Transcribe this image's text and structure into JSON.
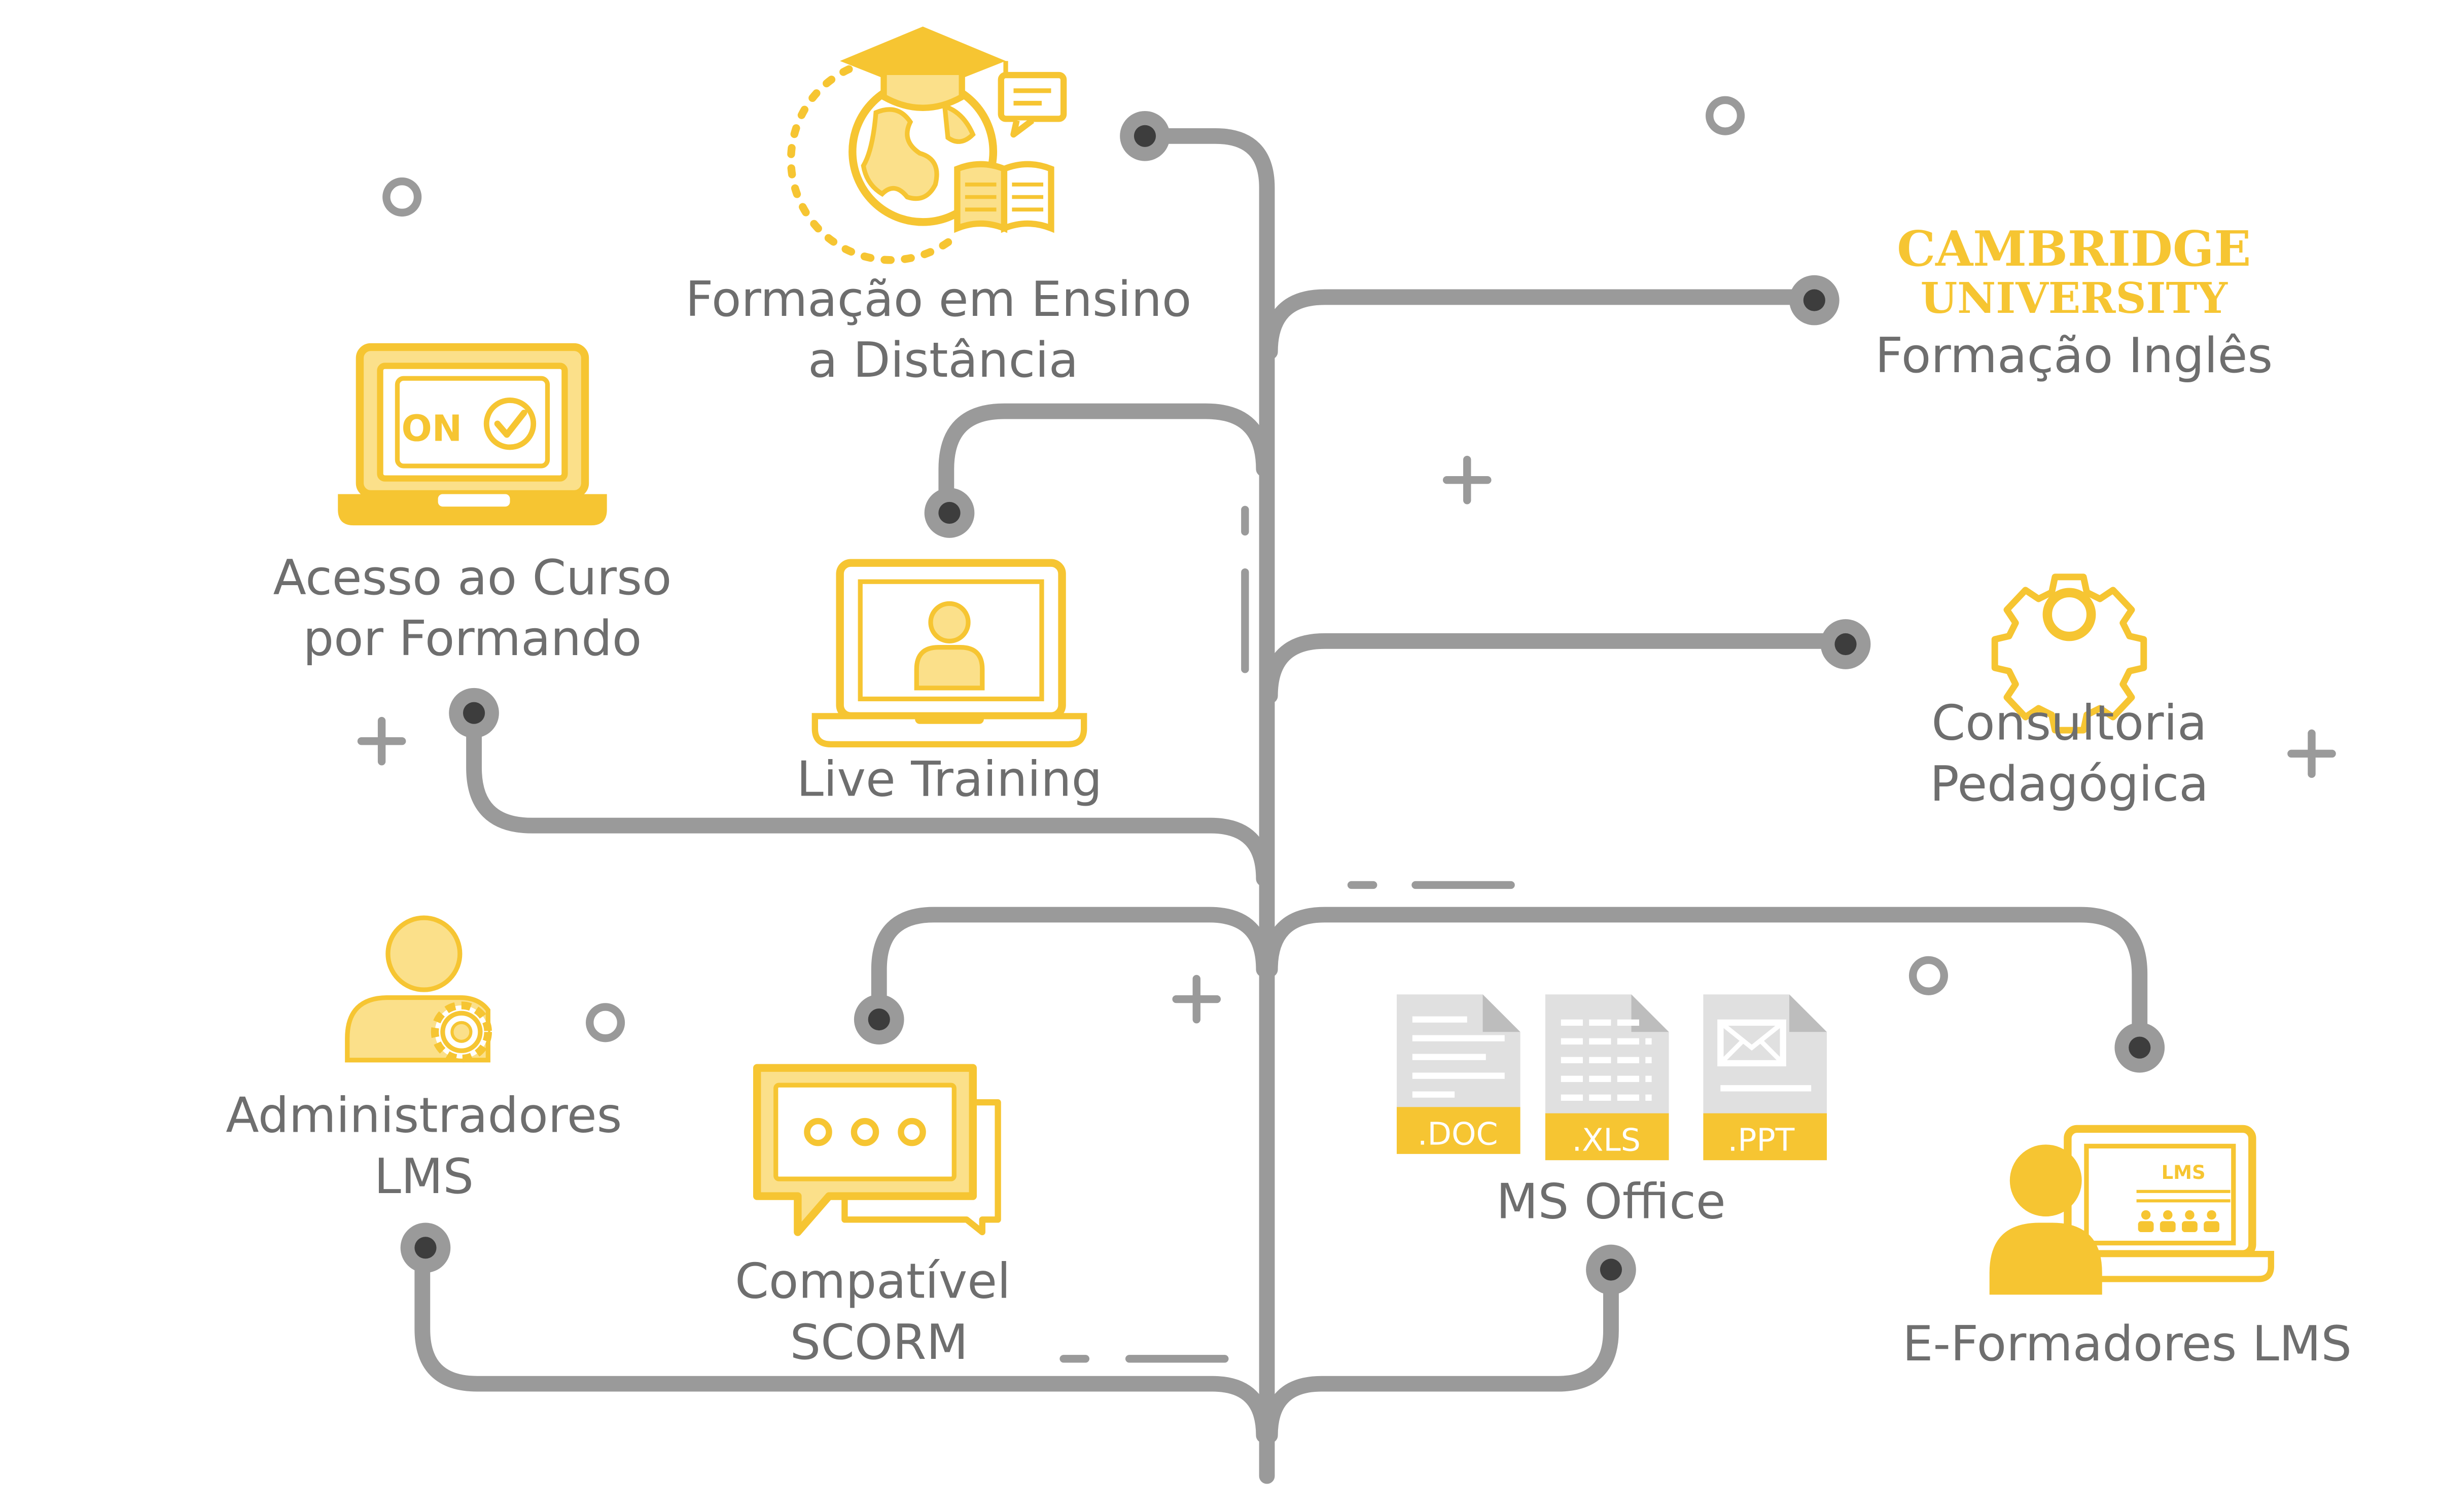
{
  "colors": {
    "line": "#9a9a9a",
    "node": "#3d3d3d",
    "accent": "#f6c532",
    "accent_light": "#fbe08a",
    "text": "#6e6e6e"
  },
  "nodes": {
    "distance": {
      "line1": "Formação em Ensino",
      "line2": "a Distância",
      "icon": "graduation-globe-icon"
    },
    "cambridge": {
      "brand1": "CAMBRIDGE",
      "brand2": "UNIVERSITY",
      "caption": "Formação Inglês",
      "icon": "cambridge-logo"
    },
    "access": {
      "line1": "Acesso ao Curso",
      "line2": "por Formando",
      "badge": "ON",
      "icon": "laptop-on-check-icon"
    },
    "live": {
      "label": "Live Training",
      "icon": "laptop-user-icon"
    },
    "consult": {
      "line1": "Consultoria",
      "line2": "Pedagógica",
      "icon": "gear-icon"
    },
    "admins": {
      "line1": "Administradores",
      "line2": "LMS",
      "icon": "user-gear-icon"
    },
    "scorm": {
      "line1": "Compatível",
      "line2": "SCORM",
      "icon": "chat-bubbles-icon"
    },
    "office": {
      "label": "MS Office",
      "files": [
        ".DOC",
        ".XLS",
        ".PPT"
      ],
      "icon": "office-files-icon"
    },
    "trainers": {
      "label": "E-Formadores LMS",
      "screen": "LMS",
      "icon": "user-laptop-lms-icon"
    }
  }
}
